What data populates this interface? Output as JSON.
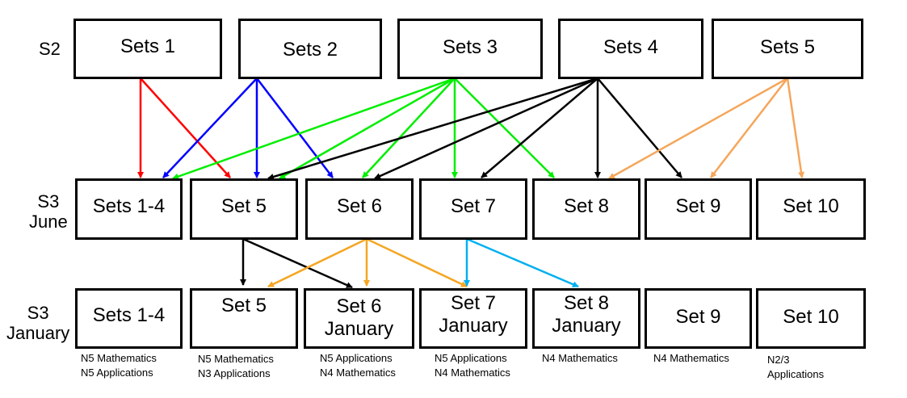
{
  "rows": {
    "s2": "S2",
    "s3_june": [
      "S3",
      "June"
    ],
    "s3_january": [
      "S3",
      "January"
    ]
  },
  "s2_sets": [
    "Sets 1",
    "Sets 2",
    "Sets 3",
    "Sets 4",
    "Sets 5"
  ],
  "june_sets": [
    "Sets 1-4",
    "Set 5",
    "Set 6",
    "Set 7",
    "Set 8",
    "Set 9",
    "Set 10"
  ],
  "january_sets": [
    [
      "Sets 1-4"
    ],
    [
      "Set 5"
    ],
    [
      "Set 6",
      "January"
    ],
    [
      "Set 7",
      "January"
    ],
    [
      "Set 8",
      "January"
    ],
    [
      "Set 9"
    ],
    [
      "Set 10"
    ]
  ],
  "courses": [
    [
      "N5 Mathematics",
      "N5 Applications"
    ],
    [
      "N5 Mathematics",
      "N3 Applications"
    ],
    [
      "N5 Applications",
      "N4 Mathematics"
    ],
    [
      "N5 Applications",
      "N4 Mathematics"
    ],
    [
      "N4 Mathematics"
    ],
    [
      "N4 Mathematics"
    ],
    [
      "N2/3",
      "Applications"
    ]
  ],
  "arrow_colors": {
    "sets_1": "#ff0000",
    "sets_2": "#0000ff",
    "sets_3": "#00ee00",
    "sets_4": "#000000",
    "sets_5": "#f5a65b",
    "set_5_june": "#000000",
    "set_6_june": "#f5a623",
    "set_7_june": "#00b0f0"
  }
}
